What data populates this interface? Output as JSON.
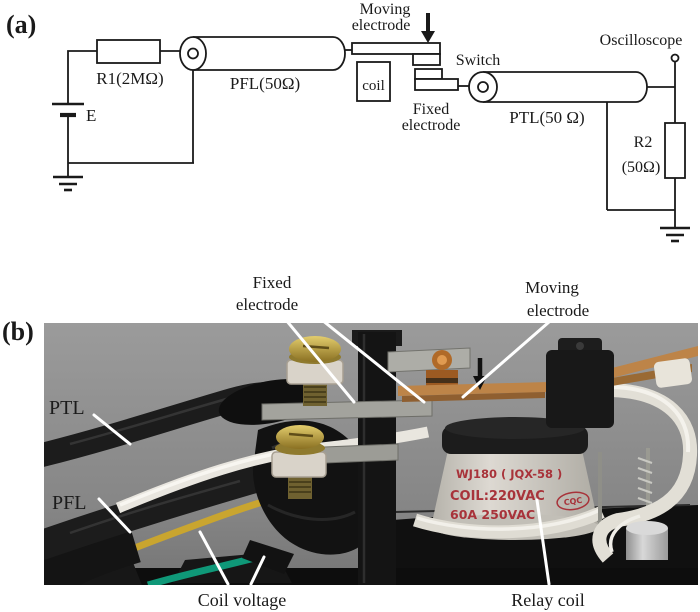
{
  "panel_a": {
    "tag": "(a)",
    "r1_label": "R1(2MΩ)",
    "battery_label": "E",
    "pfl_label": "PFL(50Ω)",
    "moving_electrode_line1": "Moving",
    "moving_electrode_line2": "electrode",
    "coil_label": "coil",
    "switch_label": "Switch",
    "fixed_electrode_line1": "Fixed",
    "fixed_electrode_line2": "electrode",
    "ptl_label": "PTL(50 Ω)",
    "oscilloscope_label": "Oscilloscope",
    "r2_line1": "R2",
    "r2_line2": "(50Ω)"
  },
  "panel_b": {
    "tag": "(b)",
    "fixed_electrode_line1": "Fixed",
    "fixed_electrode_line2": "electrode",
    "moving_electrode_line1": "Moving",
    "moving_electrode_line2": "electrode",
    "ptl_label": "PTL",
    "pfl_label": "PFL",
    "coil_voltage_label": "Coil voltage",
    "relay_coil_label": "Relay coil",
    "relay_markings": {
      "model": "WJ180 ( JQX-58 )",
      "coil_rating": "COIL:220VAC",
      "contact_rating": "60A 250VAC",
      "certification": "CQC"
    }
  },
  "colors": {
    "copper": "#b5793a",
    "relay_text_red": "#a8333a",
    "coil_voltage_yellow": "#c9a52f",
    "coil_voltage_green": "#0f9878",
    "photo_background": "#8c8c8c"
  }
}
